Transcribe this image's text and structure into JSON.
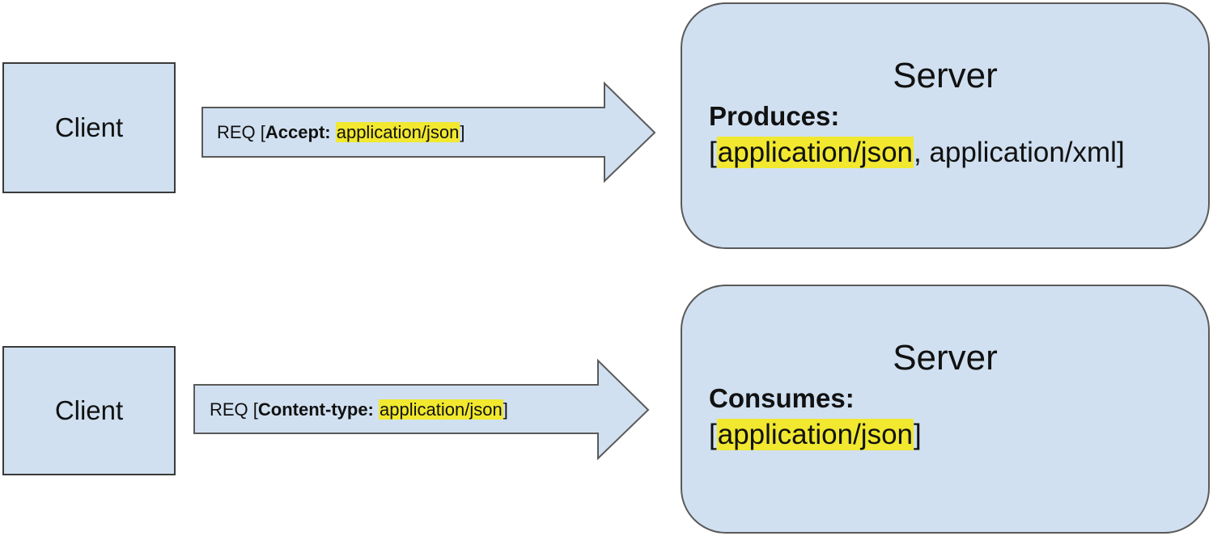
{
  "rows": [
    {
      "client": "Client",
      "request": {
        "prefix": "REQ [",
        "header": "Accept:",
        "value": "application/json",
        "suffix": "]"
      },
      "server": {
        "title": "Server",
        "heading": "Produces:",
        "open": "[",
        "highlighted": "application/json",
        "rest": ", application/xml",
        "close": "]"
      }
    },
    {
      "client": "Client",
      "request": {
        "prefix": "REQ [",
        "header": "Content-type:",
        "value": "application/json",
        "suffix": "]"
      },
      "server": {
        "title": "Server",
        "heading": "Consumes:",
        "open": "[",
        "highlighted": "application/json",
        "rest": "",
        "close": "]"
      }
    }
  ],
  "colors": {
    "box_fill": "#d0e0f0",
    "highlight": "#f1e82f",
    "border": "#3a3a3a"
  }
}
